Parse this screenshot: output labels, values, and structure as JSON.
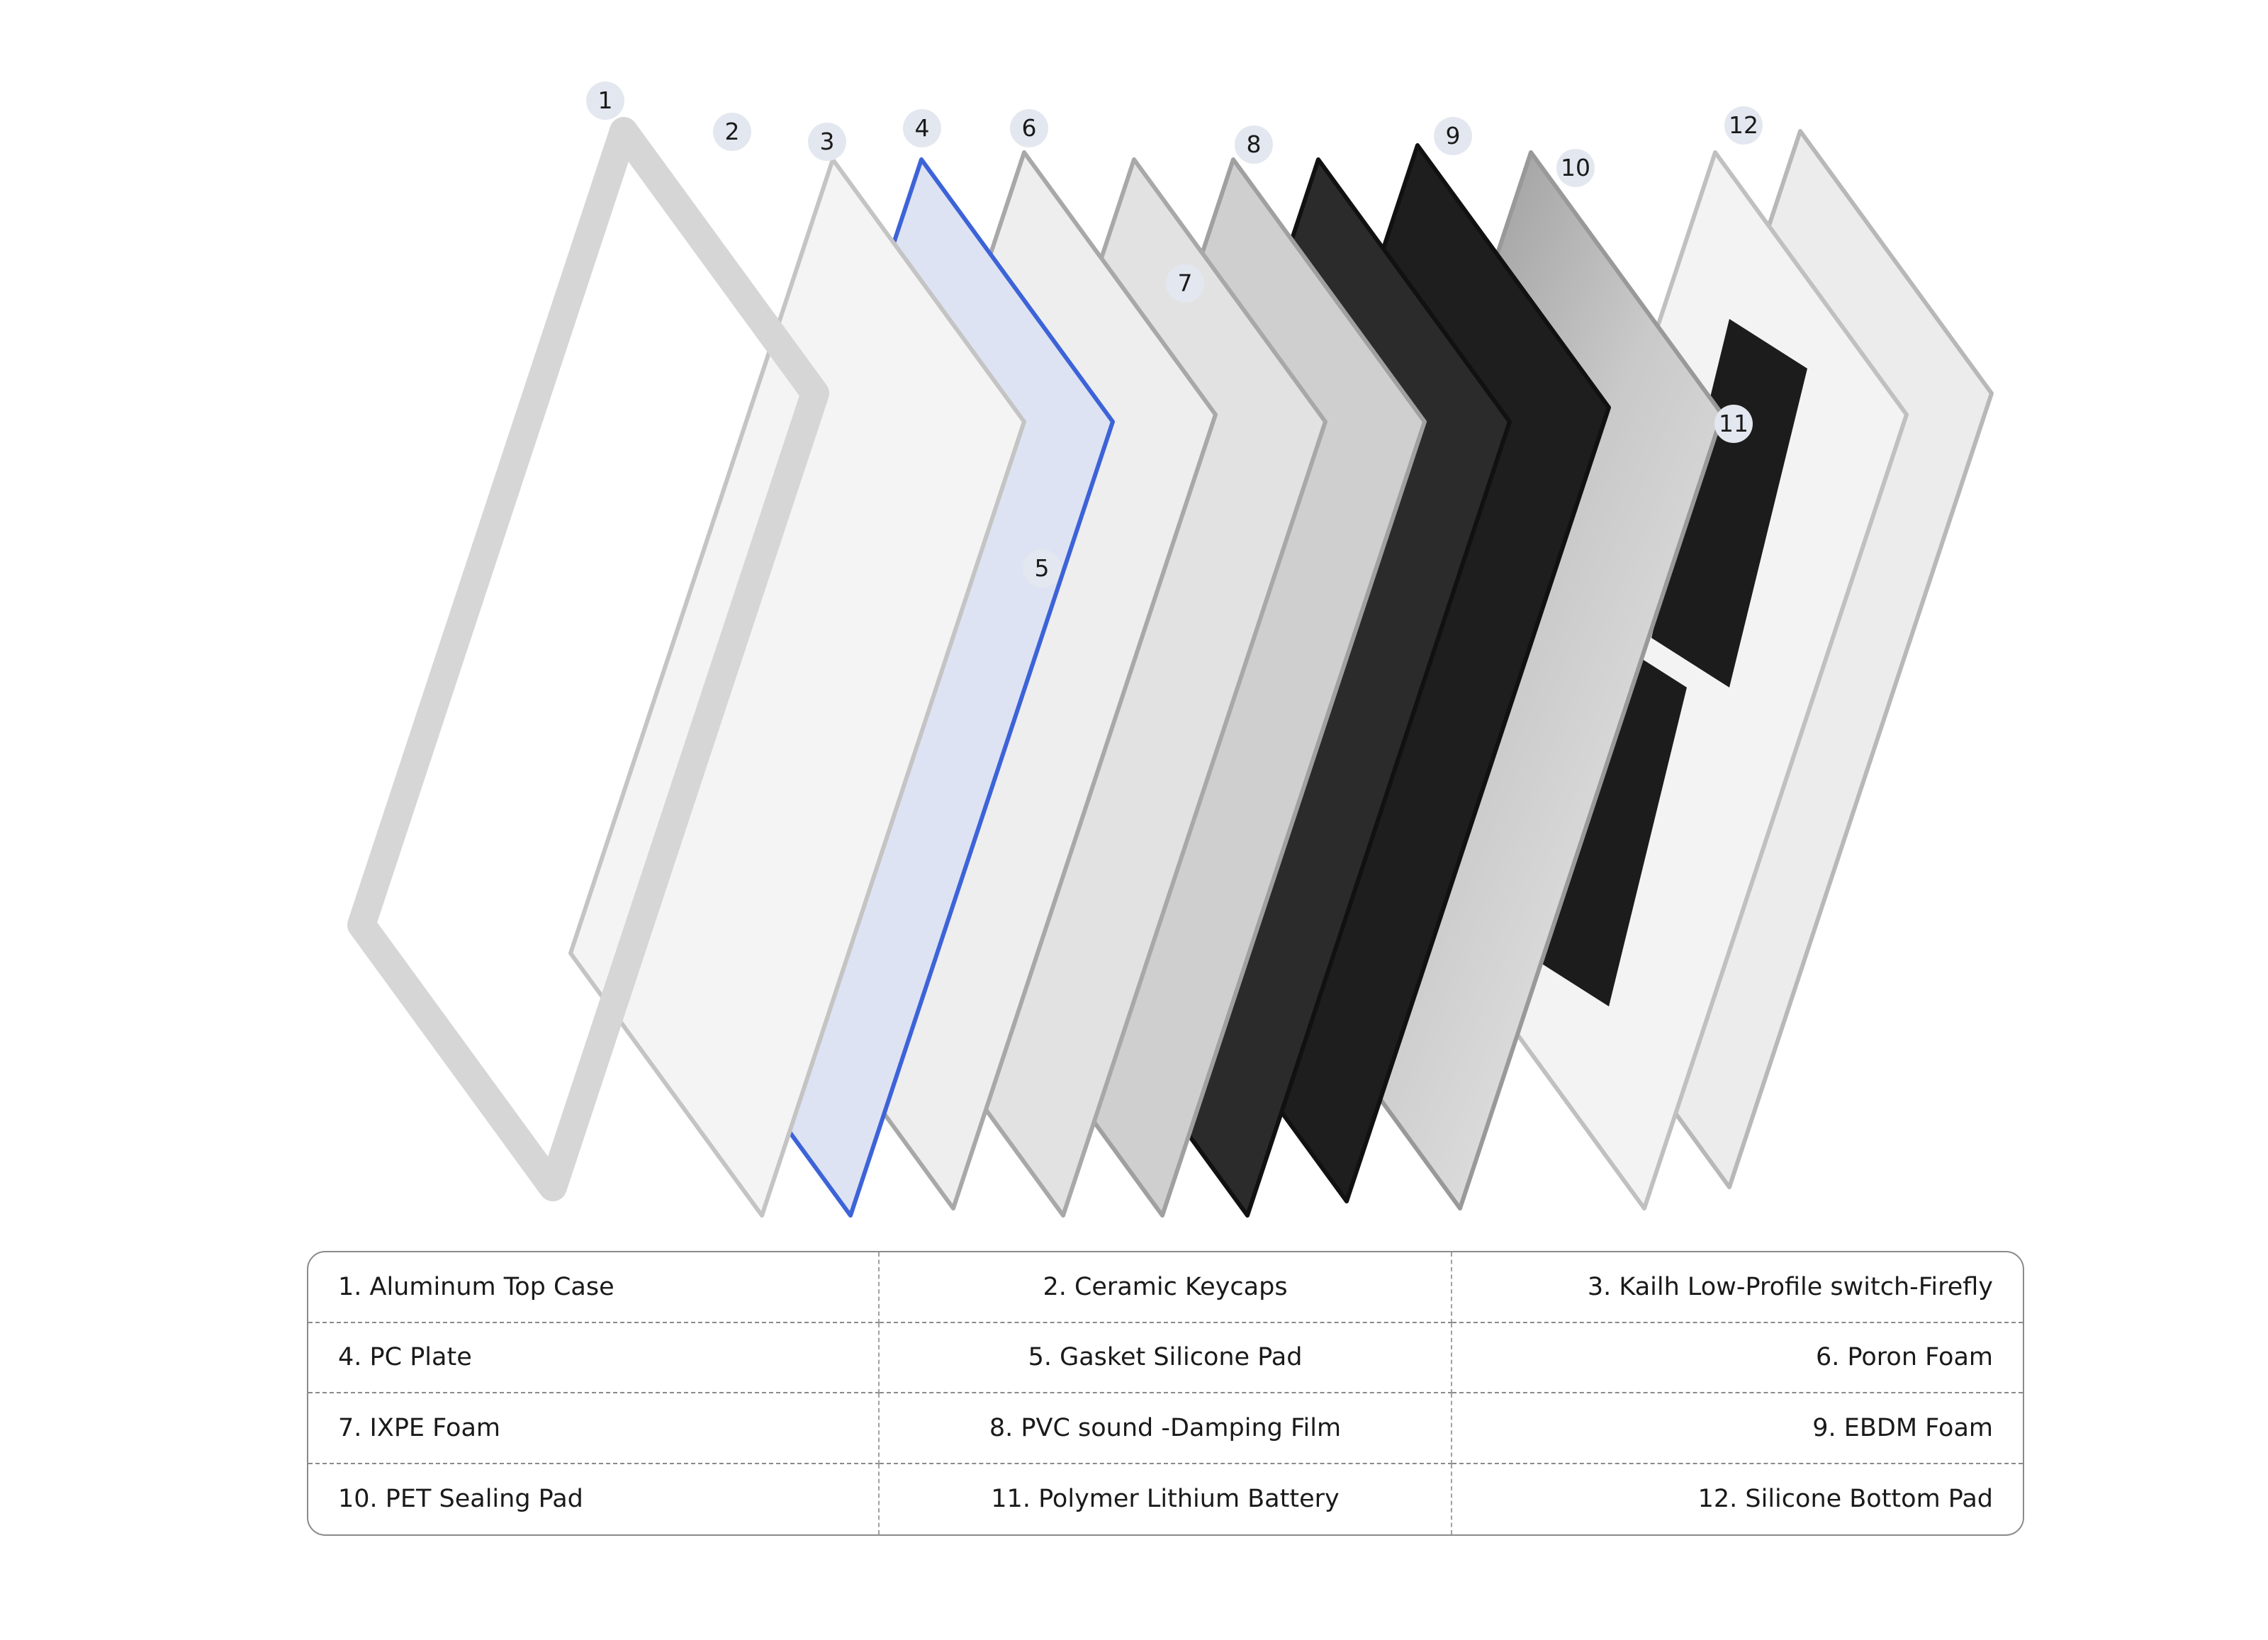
{
  "badges": [
    "1",
    "2",
    "3",
    "4",
    "5",
    "6",
    "7",
    "8",
    "9",
    "10",
    "11",
    "12"
  ],
  "legend": [
    [
      "1. Aluminum Top Case",
      "2. Ceramic Keycaps",
      "3. Kailh Low-Profile switch-Firefly"
    ],
    [
      "4. PC Plate",
      "5. Gasket Silicone Pad",
      "6. Poron Foam"
    ],
    [
      "7. IXPE Foam",
      "8. PVC sound -Damping Film",
      "9. EBDM Foam"
    ],
    [
      "10. PET Sealing Pad",
      "11. Polymer Lithium Battery",
      "12. Silicone Bottom Pad"
    ]
  ],
  "colors": {
    "accent_blue": "#3d63d8",
    "foam_dark": "#2a2a2a",
    "badge_bg": "#e3e7ef"
  }
}
